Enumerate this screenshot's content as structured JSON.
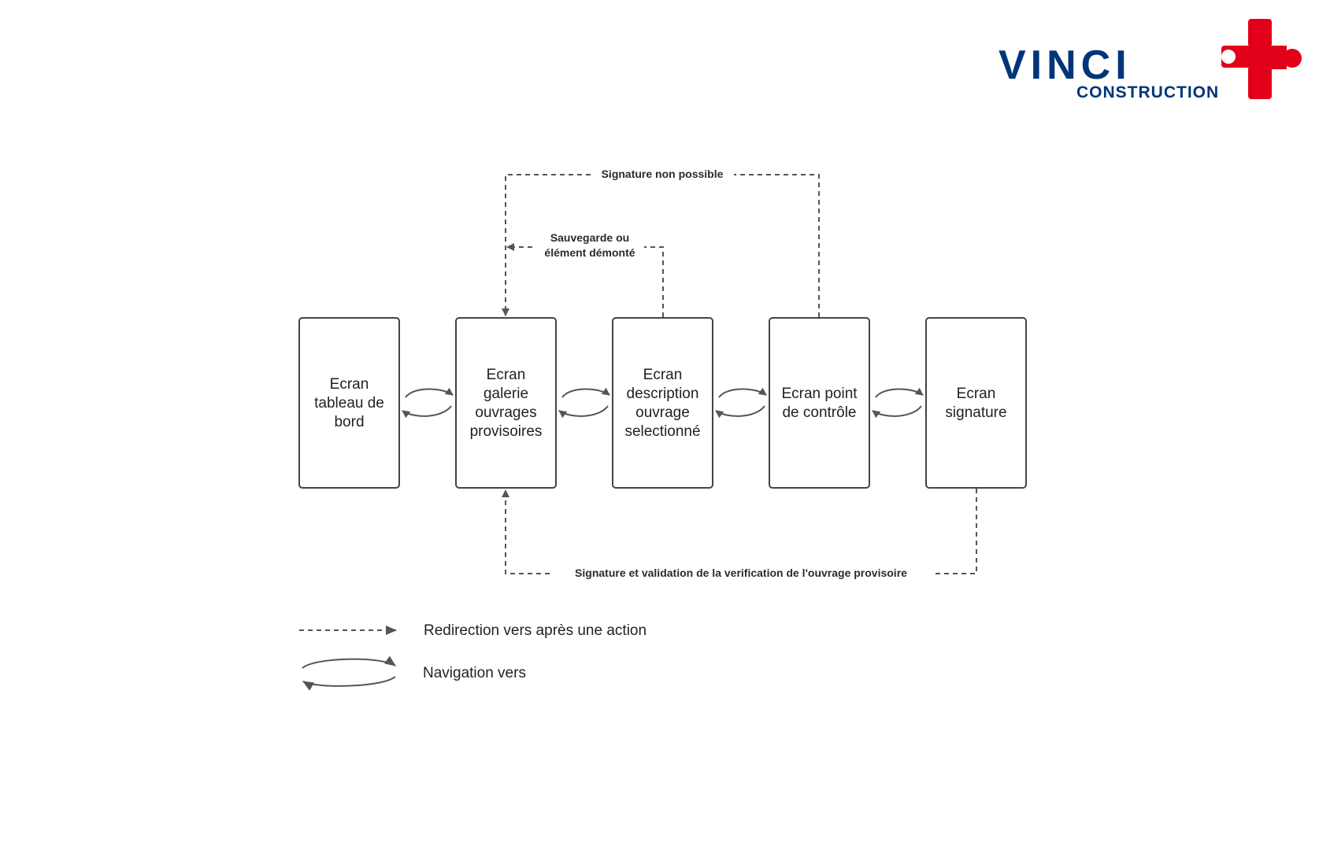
{
  "logo": {
    "text": "VINCI",
    "subtitle": "CONSTRUCTION",
    "colors": {
      "blue": "#00357a",
      "red": "#e2001a"
    }
  },
  "nodes": [
    {
      "id": "tableau",
      "lines": [
        "Ecran",
        "tableau de",
        "bord"
      ]
    },
    {
      "id": "galerie",
      "lines": [
        "Ecran",
        "galerie",
        "ouvrages",
        "provisoires"
      ]
    },
    {
      "id": "description",
      "lines": [
        "Ecran",
        "description",
        "ouvrage",
        "selectionné"
      ]
    },
    {
      "id": "controle",
      "lines": [
        "Ecran point",
        "de contrôle"
      ]
    },
    {
      "id": "signature",
      "lines": [
        "Ecran",
        "signature"
      ]
    }
  ],
  "edges": {
    "signature_non_possible": "Signature non possible",
    "sauvegarde": [
      "Sauvegarde ou",
      "élément démonté"
    ],
    "signature_validation": "Signature et validation de la verification de l'ouvrage provisoire"
  },
  "legend": {
    "redirection": "Redirection vers après une action",
    "navigation": "Navigation vers"
  },
  "colors": {
    "stroke": "#555555",
    "text": "#222222"
  }
}
